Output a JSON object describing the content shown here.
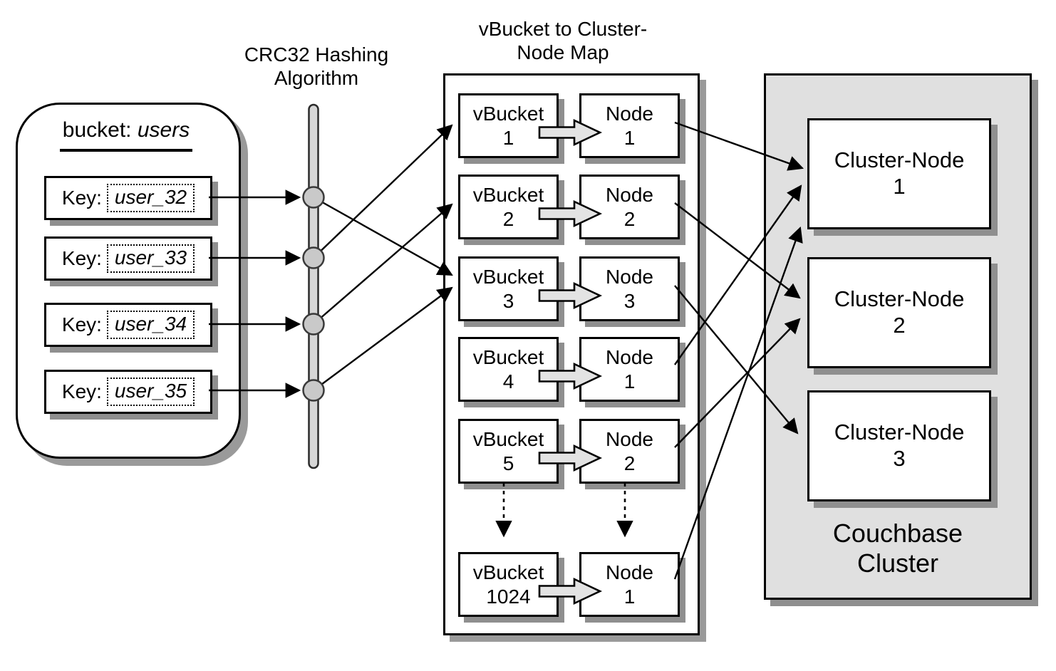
{
  "bucket_panel": {
    "title_prefix": "bucket:",
    "title_value": "users",
    "keys": [
      {
        "label": "Key:",
        "value": "user_32"
      },
      {
        "label": "Key:",
        "value": "user_33"
      },
      {
        "label": "Key:",
        "value": "user_34"
      },
      {
        "label": "Key:",
        "value": "user_35"
      }
    ]
  },
  "hash": {
    "title_line1": "CRC32 Hashing",
    "title_line2": "Algorithm"
  },
  "map": {
    "title_line1": "vBucket to Cluster-",
    "title_line2": "Node Map",
    "rows": [
      {
        "vbucket_label": "vBucket",
        "vbucket_num": "1",
        "node_label": "Node",
        "node_num": "1"
      },
      {
        "vbucket_label": "vBucket",
        "vbucket_num": "2",
        "node_label": "Node",
        "node_num": "2"
      },
      {
        "vbucket_label": "vBucket",
        "vbucket_num": "3",
        "node_label": "Node",
        "node_num": "3"
      },
      {
        "vbucket_label": "vBucket",
        "vbucket_num": "4",
        "node_label": "Node",
        "node_num": "1"
      },
      {
        "vbucket_label": "vBucket",
        "vbucket_num": "5",
        "node_label": "Node",
        "node_num": "2"
      },
      {
        "vbucket_label": "vBucket",
        "vbucket_num": "1024",
        "node_label": "Node",
        "node_num": "1"
      }
    ]
  },
  "cluster": {
    "caption_line1": "Couchbase",
    "caption_line2": "Cluster",
    "nodes": [
      {
        "label": "Cluster-Node",
        "num": "1"
      },
      {
        "label": "Cluster-Node",
        "num": "2"
      },
      {
        "label": "Cluster-Node",
        "num": "3"
      }
    ]
  },
  "connections": {
    "key_to_vbucket": {
      "user_32": "vBucket 3",
      "user_33": "vBucket 1",
      "user_34": "vBucket 2",
      "user_35": "vBucket 3"
    },
    "vbucket_to_node": {
      "vBucket 1": "Node 1",
      "vBucket 2": "Node 2",
      "vBucket 3": "Node 3",
      "vBucket 4": "Node 1",
      "vBucket 5": "Node 2",
      "vBucket 1024": "Node 1"
    },
    "node_to_cluster_node": {
      "Node 1": "Cluster-Node 1",
      "Node 2": "Cluster-Node 2",
      "Node 3": "Cluster-Node 3"
    }
  },
  "colors": {
    "background": "#ffffff",
    "box_fill": "#ffffff",
    "cluster_fill": "#e0e0e0",
    "border": "#000000",
    "shadow": "#999999",
    "hash_bar_fill": "#d6d6d6",
    "hash_point_fill": "#c9c9c9",
    "block_arrow_fill": "#e3e3e3"
  }
}
